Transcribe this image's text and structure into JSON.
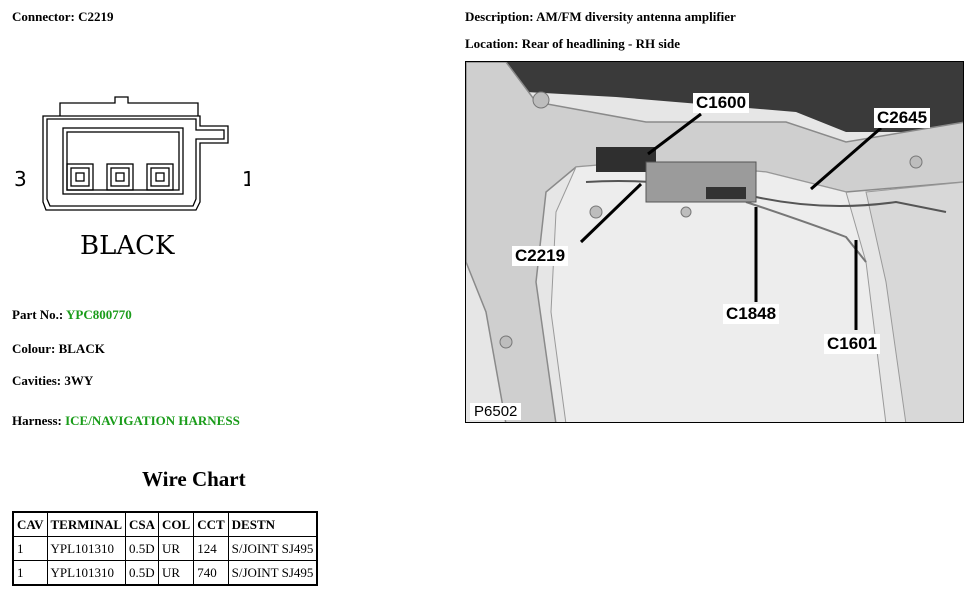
{
  "connector": {
    "label": "Connector:",
    "value": "C2219"
  },
  "description": {
    "label": "Description:",
    "value": "AM/FM diversity antenna amplifier"
  },
  "location": {
    "label": "Location:",
    "value": "Rear of headlining - RH side"
  },
  "diagram": {
    "pin_left": "3",
    "pin_right": "1",
    "color_label": "BLACK"
  },
  "part_no": {
    "label": "Part No.:",
    "value": "YPC800770"
  },
  "colour": {
    "label": "Colour:",
    "value": "BLACK"
  },
  "cavities": {
    "label": "Cavities:",
    "value": "3WY"
  },
  "harness": {
    "label": "Harness:",
    "value": "ICE/NAVIGATION HARNESS"
  },
  "photo": {
    "id": "P6502",
    "callouts": {
      "c1600": "C1600",
      "c2645": "C2645",
      "c2219": "C2219",
      "c1848": "C1848",
      "c1601": "C1601"
    }
  },
  "wire_chart": {
    "title": "Wire Chart",
    "headers": [
      "CAV",
      "TERMINAL",
      "CSA",
      "COL",
      "CCT",
      "DESTN"
    ],
    "rows": [
      [
        "1",
        "YPL101310",
        "0.5D",
        "UR",
        "124",
        "S/JOINT SJ495"
      ],
      [
        "1",
        "YPL101310",
        "0.5D",
        "UR",
        "740",
        "S/JOINT SJ495"
      ]
    ]
  },
  "colors": {
    "green": "#1a9c1a"
  }
}
